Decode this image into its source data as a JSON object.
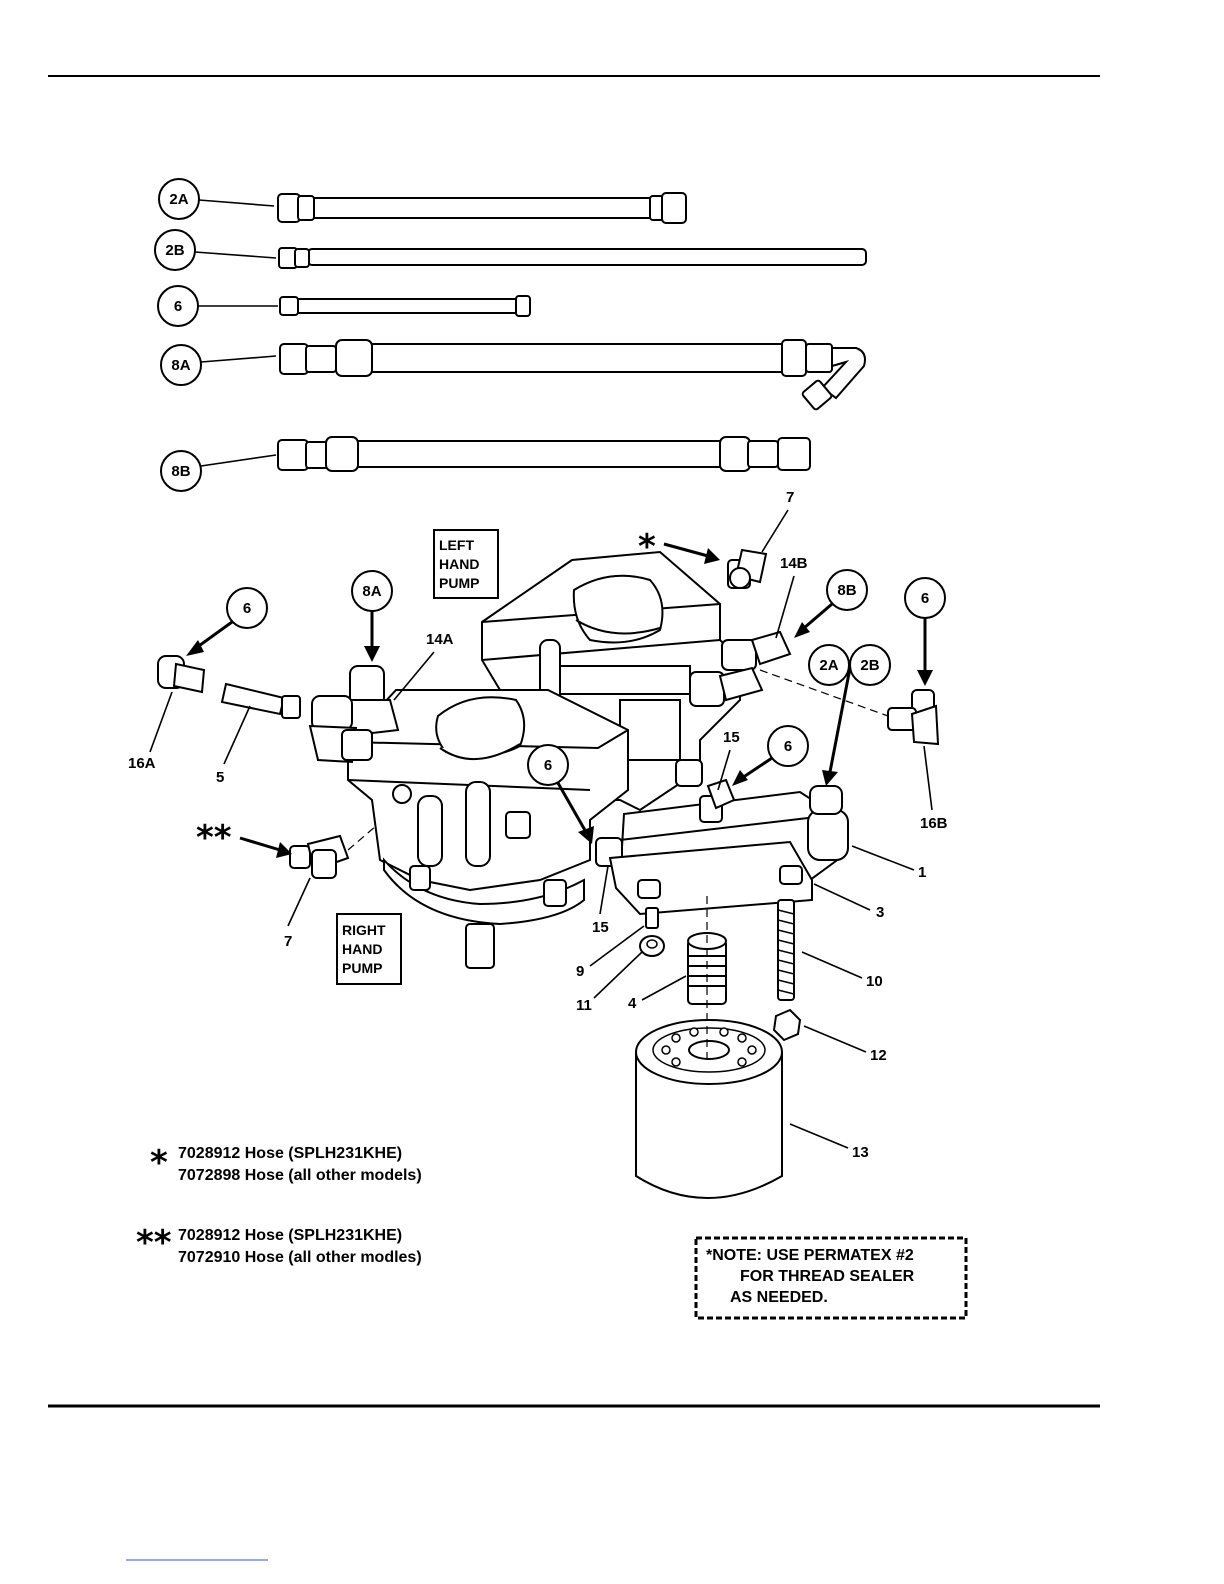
{
  "callouts": {
    "c2A_top": "2A",
    "c2B_top": "2B",
    "c6_top": "6",
    "c8A_top": "8A",
    "c8B_top": "8B",
    "c6_left": "6",
    "c8A_mid": "8A",
    "c8B_right": "8B",
    "c6_right": "6",
    "c2A_right": "2A",
    "c2B_right": "2B",
    "c6_center": "6",
    "c6_lower": "6"
  },
  "labels": {
    "l7_top": "7",
    "l14B": "14B",
    "l14A": "14A",
    "l16A": "16A",
    "l5": "5",
    "l15_upper": "15",
    "l16B": "16B",
    "l1": "1",
    "l3": "3",
    "l15_lower": "15",
    "l9": "9",
    "l11": "11",
    "l4": "4",
    "l10": "10",
    "l12": "12",
    "l13": "13",
    "l7_left": "7"
  },
  "boxes": {
    "left_pump": [
      "LEFT",
      "HAND",
      "PUMP"
    ],
    "right_pump": [
      "RIGHT",
      "HAND",
      "PUMP"
    ]
  },
  "stars": {
    "single": "*",
    "double": "**"
  },
  "legend": {
    "single_star_line1": "7028912  Hose (SPLH231KHE)",
    "single_star_line2": "7072898  Hose (all other models)",
    "double_star_line1": "7028912 Hose (SPLH231KHE)",
    "double_star_line2": "7072910 Hose (all other modles)"
  },
  "note": {
    "line1": "*NOTE: USE PERMATEX #2",
    "line2": "FOR THREAD SEALER",
    "line3": "AS NEEDED."
  }
}
